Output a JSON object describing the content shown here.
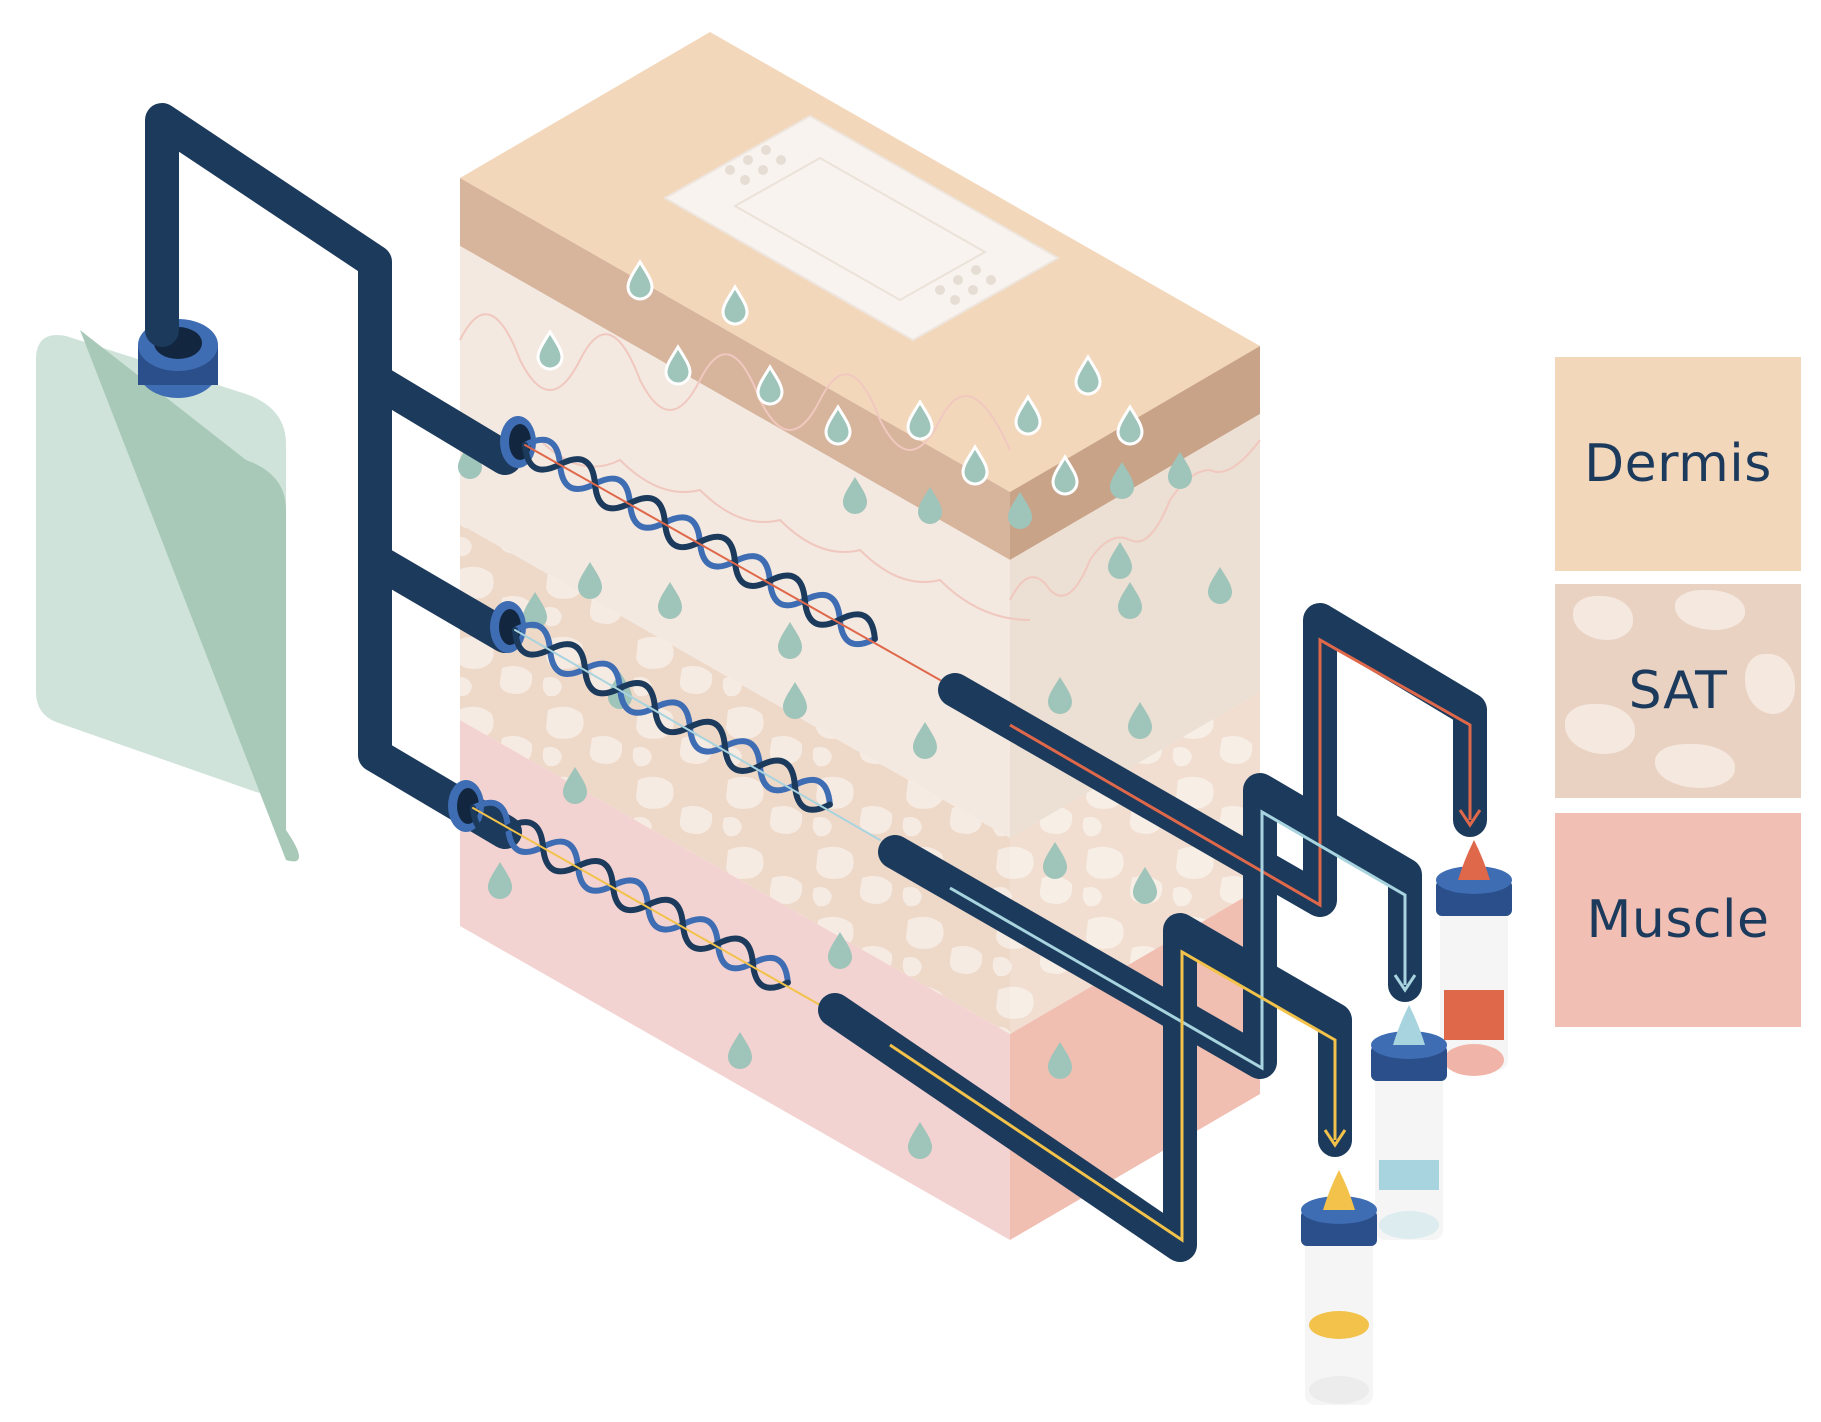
{
  "legend": {
    "dermis": {
      "label": "Dermis",
      "color": "#f3d7bb"
    },
    "sat": {
      "label": "SAT",
      "color": "#ead2c3"
    },
    "muscle": {
      "label": "Muscle",
      "color": "#f1bfb3"
    }
  },
  "colors": {
    "tube": "#1b3a5c",
    "helix_light": "#3f6db3",
    "helix_dark": "#1b3a5c",
    "droplet": "#9fc4ba",
    "reservoir": "#cfe3da",
    "channel_red": "#e0684a",
    "channel_blue": "#a8d4df",
    "channel_yellow": "#f2c24a"
  },
  "icons": [
    "reservoir-bottle-icon",
    "skin-patch-icon",
    "droplet-icon",
    "helix-fiber-icon",
    "collection-vial-icon"
  ]
}
